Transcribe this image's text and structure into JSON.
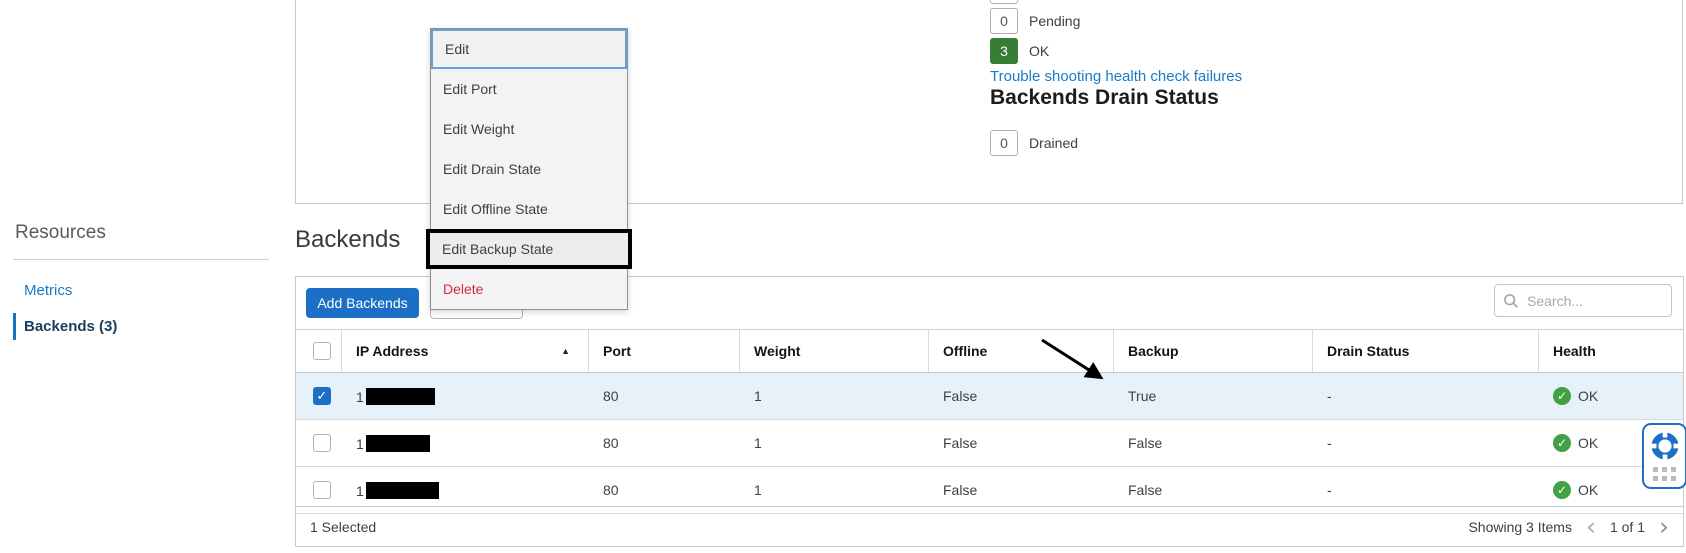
{
  "sidebar": {
    "title": "Resources",
    "items": [
      {
        "label": "Metrics",
        "active": false
      },
      {
        "label": "Backends (3)",
        "active": true
      }
    ]
  },
  "health_panel": {
    "pending": {
      "count": "0",
      "label": "Pending"
    },
    "ok": {
      "count": "3",
      "label": "OK"
    },
    "link": "Trouble shooting health check failures",
    "drain_heading": "Backends Drain Status",
    "drained": {
      "count": "0",
      "label": "Drained"
    }
  },
  "context_menu": {
    "items": [
      {
        "label": "Edit",
        "state": "focused"
      },
      {
        "label": "Edit Port",
        "state": "normal"
      },
      {
        "label": "Edit Weight",
        "state": "normal"
      },
      {
        "label": "Edit Drain State",
        "state": "normal"
      },
      {
        "label": "Edit Offline State",
        "state": "normal"
      },
      {
        "label": "Edit Backup State",
        "state": "annotated"
      },
      {
        "label": "Delete",
        "state": "danger"
      }
    ]
  },
  "main": {
    "heading": "Backends",
    "add_button_label": "Add Backends",
    "search_placeholder": "Search..."
  },
  "table": {
    "columns": [
      {
        "label": "IP Address",
        "sorted": "asc"
      },
      {
        "label": "Port"
      },
      {
        "label": "Weight"
      },
      {
        "label": "Offline"
      },
      {
        "label": "Backup"
      },
      {
        "label": "Drain Status"
      },
      {
        "label": "Health"
      }
    ],
    "rows": [
      {
        "selected": true,
        "ip_prefix": "1",
        "ip_redacted": true,
        "port": "80",
        "weight": "1",
        "offline": "False",
        "backup": "True",
        "drain_status": "-",
        "health": "OK"
      },
      {
        "selected": false,
        "ip_prefix": "1",
        "ip_redacted": true,
        "port": "80",
        "weight": "1",
        "offline": "False",
        "backup": "False",
        "drain_status": "-",
        "health": "OK"
      },
      {
        "selected": false,
        "ip_prefix": "1",
        "ip_redacted": true,
        "port": "80",
        "weight": "1",
        "offline": "False",
        "backup": "False",
        "drain_status": "-",
        "health": "OK"
      }
    ]
  },
  "footer": {
    "selected_text": "1 Selected",
    "showing_text": "Showing 3 Items",
    "page_text": "1 of 1"
  },
  "annotations": {
    "arrow_points_to": "Backup value of selected row"
  },
  "colors": {
    "accent_blue": "#1b6fc4",
    "ok_badge_green": "#377d35",
    "health_green": "#43a047",
    "danger_red": "#d9293d",
    "link_blue": "#1a7ac6",
    "selected_row_bg": "#e7f1f9"
  }
}
